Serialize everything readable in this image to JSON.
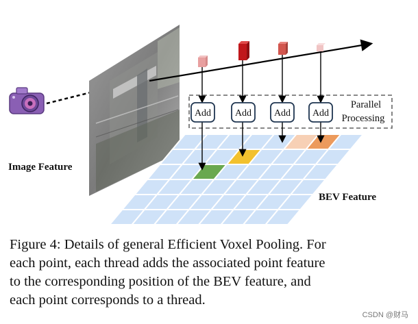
{
  "figure": {
    "image_feature_label": "Image Feature",
    "bev_feature_label": "BEV Feature",
    "parallel_label_line1": "Parallel",
    "parallel_label_line2": "Processing",
    "add_boxes": [
      "Add",
      "Add",
      "Add",
      "Add"
    ],
    "colors": {
      "grid_cell": "#cfe2f8",
      "grid_line": "#8bb2dc",
      "cell_green": "#6aa84f",
      "cell_yellow": "#f2c12e",
      "cell_peach": "#f7d0b5",
      "cell_orange": "#ec9a5c",
      "cube_colors": [
        "#e8a0a0",
        "#c0171b",
        "#d2564e",
        "#f0c4c4"
      ],
      "camera": "#8a5fb4"
    }
  },
  "caption": {
    "line1": "Figure 4: Details of general Efficient Voxel Pooling. For",
    "line2": "each point, each thread adds the associated point feature",
    "line3": "to the corresponding position of the BEV feature, and",
    "line4": "each point corresponds to a thread."
  },
  "watermark": "CSDN @财马"
}
